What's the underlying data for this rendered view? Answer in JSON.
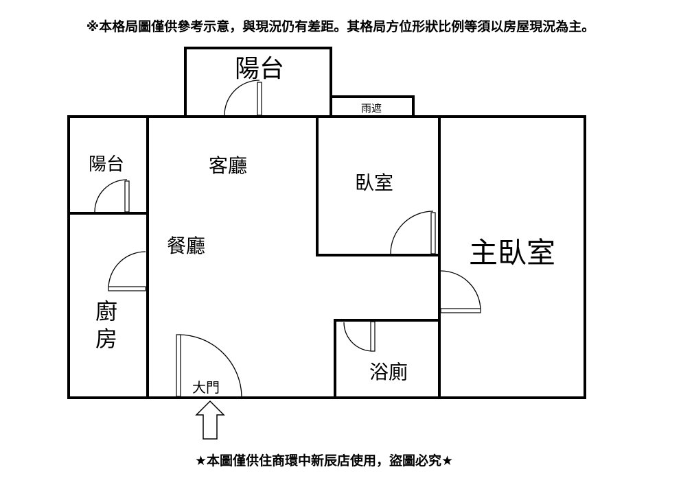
{
  "header_note": "※本格局圖僅供參考示意，與現況仍有差距。其格局方位形狀比例等須以房屋現況為主。",
  "rooms": {
    "balcony_top": "陽台",
    "canopy": "雨遮",
    "balcony_left": "陽台",
    "living_room": "客廳",
    "dining_room": "餐廳",
    "kitchen_line1": "廚",
    "kitchen_line2": "房",
    "bedroom": "臥室",
    "master_bedroom": "主臥室",
    "bathroom": "浴廁",
    "main_door": "大門"
  },
  "footer_note": "★本圖僅供住商環中新辰店使用，盜圖必究★"
}
